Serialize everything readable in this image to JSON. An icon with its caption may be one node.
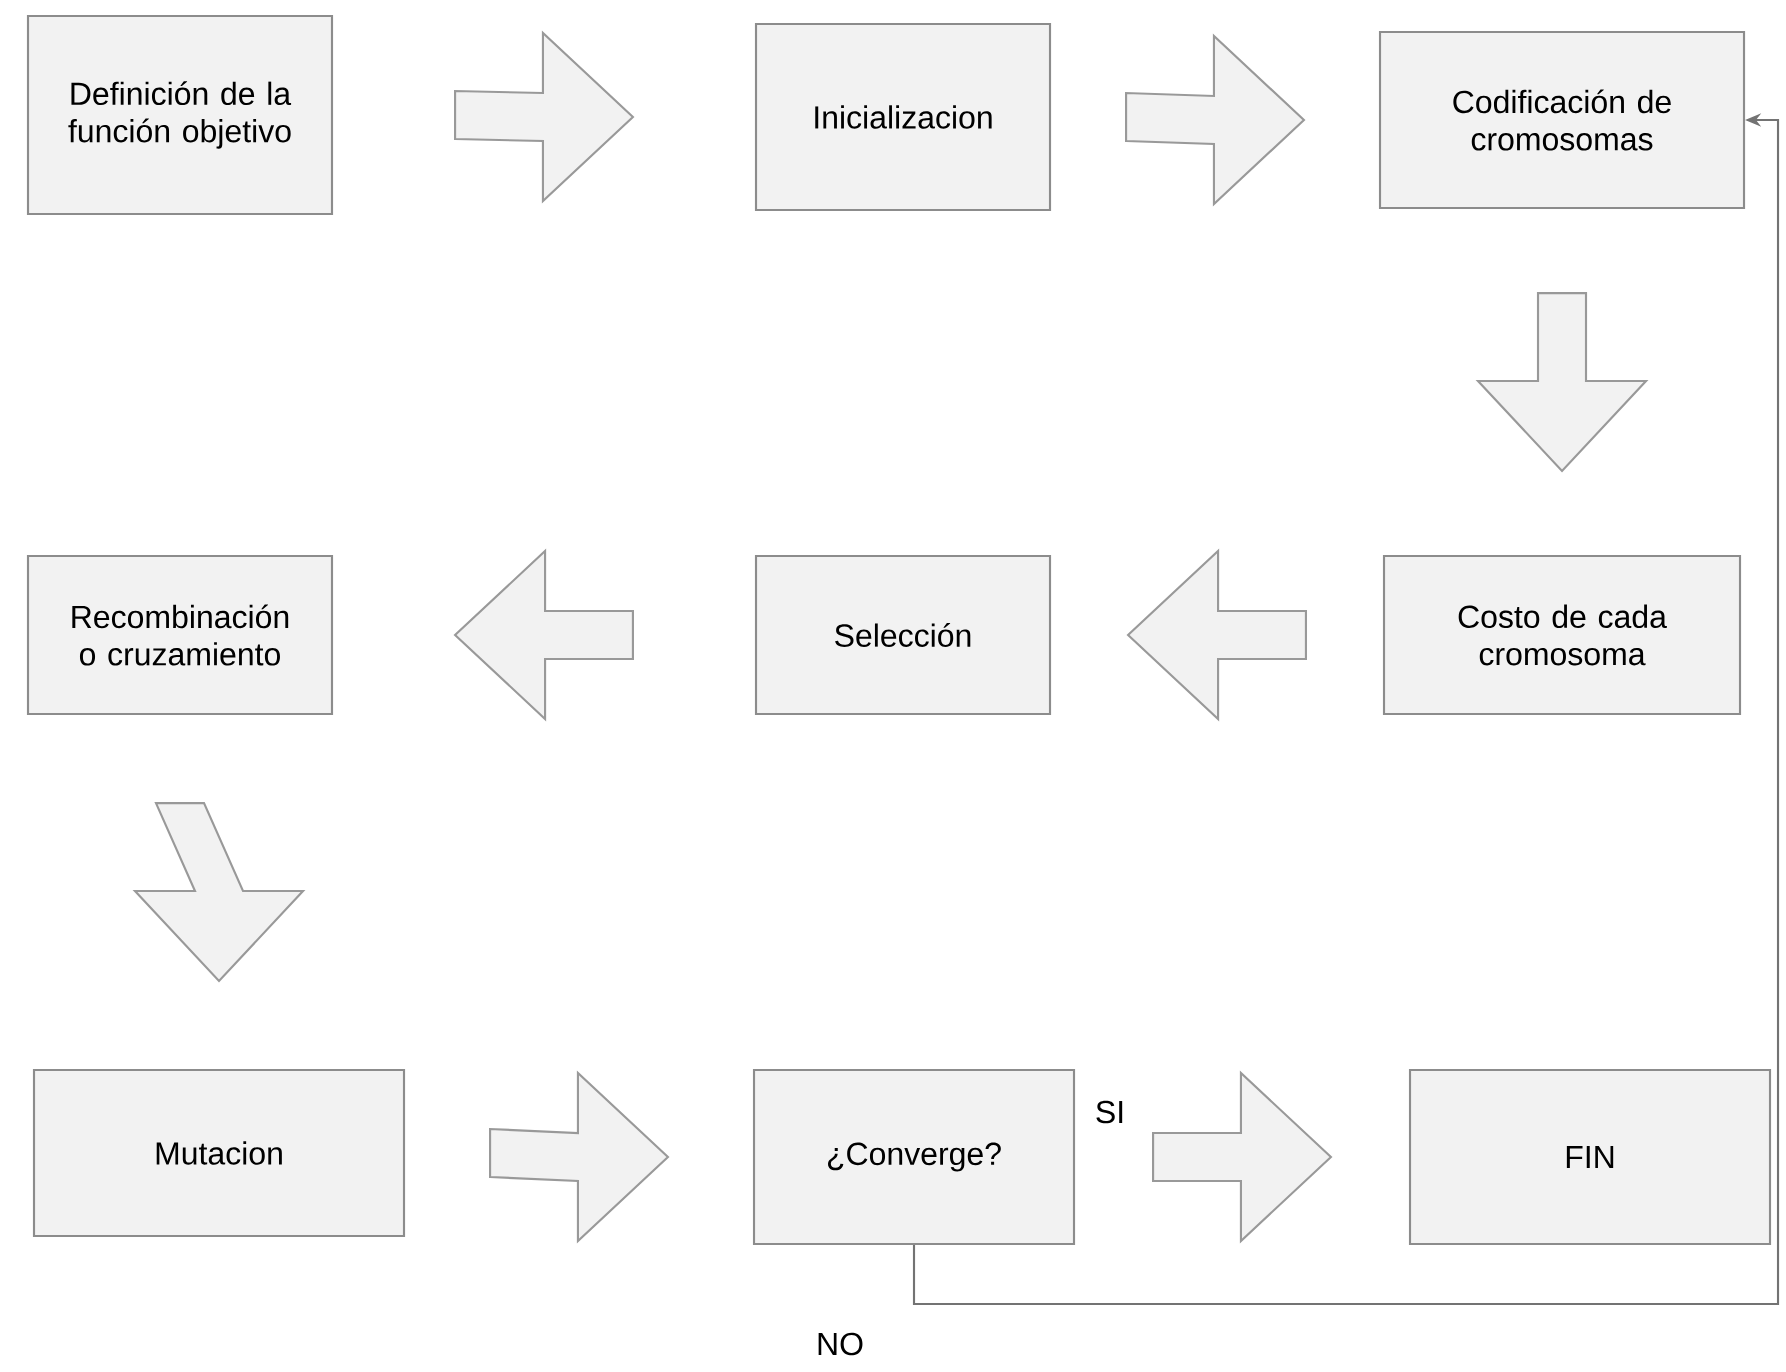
{
  "diagram": {
    "nodes": [
      {
        "text": [
          "Definición de la función objetivo"
        ]
      },
      {
        "text": [
          "Inicializacion"
        ]
      },
      {
        "text": [
          "Codificación de cromosomas"
        ]
      },
      {
        "text": [
          "Costo de cada cromosoma"
        ]
      },
      {
        "text": [
          "Selección"
        ]
      },
      {
        "text": [
          "Recombinación o cruzamiento"
        ]
      },
      {
        "text": [
          "Mutacion"
        ]
      },
      {
        "text": [
          "¿Converge?"
        ]
      },
      {
        "text": [
          "FIN"
        ]
      }
    ],
    "edges": [
      {
        "from": 0,
        "to": 1,
        "arrow": "to"
      },
      {
        "from": 1,
        "to": 2,
        "arrow": "to"
      },
      {
        "from": 2,
        "to": 3,
        "arrow": "to"
      },
      {
        "from": 3,
        "to": 4,
        "arrow": "to"
      },
      {
        "from": 4,
        "to": 5,
        "arrow": "to"
      },
      {
        "from": 5,
        "to": 6,
        "arrow": "to"
      },
      {
        "from": 6,
        "to": 7,
        "arrow": "to"
      },
      {
        "from": 7,
        "to": 8,
        "arrow": "to",
        "label": "SI"
      },
      {
        "from": 7,
        "to": 2,
        "arrow": "to",
        "label": "NO"
      }
    ]
  }
}
